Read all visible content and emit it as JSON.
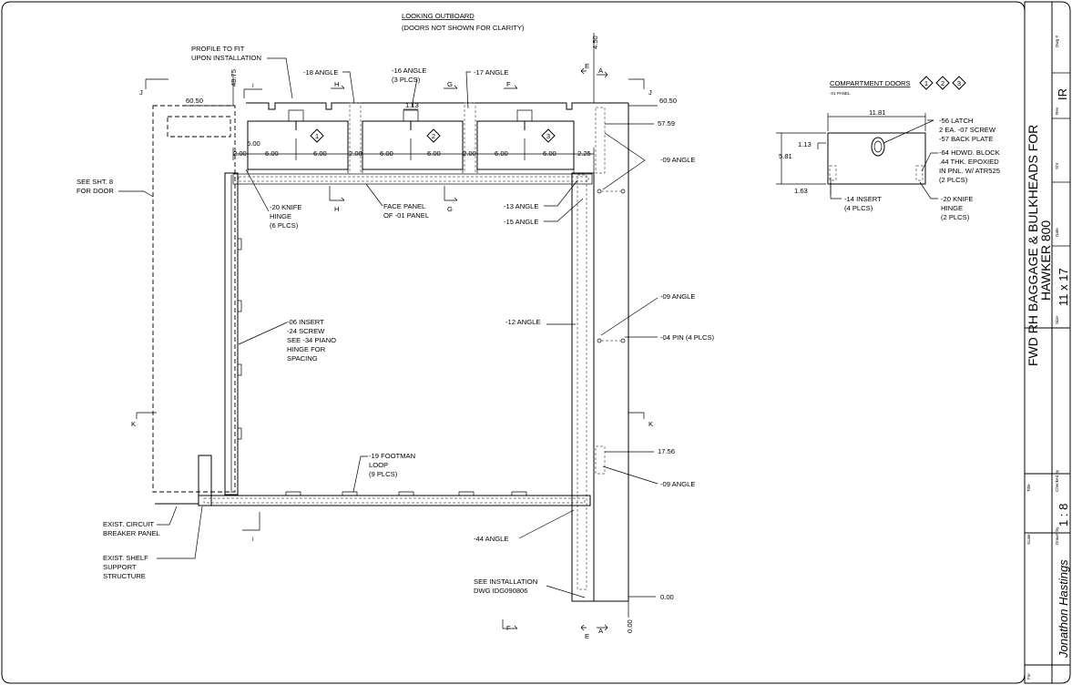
{
  "header": {
    "title": "LOOKING OUTBOARD",
    "subtitle": "(DOORS NOT SHOWN FOR CLARITY)"
  },
  "callouts": {
    "profile_1": "PROFILE TO FIT",
    "profile_2": "UPON INSTALLATION",
    "angle_18": "-18 ANGLE",
    "angle_16_1": "-16 ANGLE",
    "angle_16_2": "(3 PLCS)",
    "angle_17": "-17 ANGLE",
    "see_sht_1": "SEE SHT. 8",
    "see_sht_2": "FOR DOOR",
    "knife_20_1": "-20 KNIFE",
    "knife_20_2": "HINGE",
    "knife_20_3": "(6 PLCS)",
    "face_1": "FACE PANEL",
    "face_2": "OF -01 PANEL",
    "angle_13": "-13 ANGLE",
    "angle_15": "-15 ANGLE",
    "angle_09_a": "-09 ANGLE",
    "angle_09_b": "-09 ANGLE",
    "angle_09_c": "-09 ANGLE",
    "pin_04": "-04 PIN (4 PLCS)",
    "angle_12": "-12 ANGLE",
    "insert_1": "-06 INSERT",
    "insert_2": "-24 SCREW",
    "insert_3": "SEE -34 PIANO",
    "insert_4": "HINGE FOR",
    "insert_5": "SPACING",
    "footman_1": "-19 FOOTMAN",
    "footman_2": "LOOP",
    "footman_3": "(9 PLCS)",
    "breaker_1": "EXIST. CIRCUIT",
    "breaker_2": "BREAKER PANEL",
    "shelf_1": "EXIST. SHELF",
    "shelf_2": "SUPPORT",
    "shelf_3": "STRUCTURE",
    "angle_44": "-44 ANGLE",
    "install_1": "SEE INSTALLATION",
    "install_2": "DWG IDG090806"
  },
  "dimensions": {
    "d60_50_left": "60.50",
    "d60_50_right": "60.50",
    "d48_75": "48.75",
    "d4_50": "4.50",
    "d1_13": "1.13",
    "d57_59": "57.59",
    "d17_56": "17.56",
    "d0_00_h": "0.00",
    "d0_00_v": "0.00",
    "d6_00_v": "6.00",
    "d2_00_a": "2.00",
    "d6_00_a": "6.00",
    "d6_00_b": "6.00",
    "d2_00_b": "2.00",
    "d6_00_c": "6.00",
    "d6_00_d": "6.00",
    "d2_00_c": "2.00",
    "d6_00_e": "6.00",
    "d6_00_f": "6.00",
    "d2_25": "2.25"
  },
  "markers": {
    "door1": "1",
    "door2": "2",
    "door3": "3",
    "sec_e": "E",
    "sec_a": "A",
    "sec_j": "J",
    "sec_i": "I",
    "sec_h": "H",
    "sec_g": "G",
    "sec_f": "F",
    "sec_k": "K"
  },
  "compartment_doors": {
    "title": "COMPARTMENT DOORS",
    "subtitle": "-01 PANEL",
    "d11_81": "11.81",
    "d1_13": "1.13",
    "d5_81": "5.81",
    "d1_63": "1.63",
    "latch_1": "-56 LATCH",
    "latch_2": "2 EA. -07 SCREW",
    "latch_3": "-57 BACK PLATE",
    "block_1": "-64 HDWD. BLOCK",
    "block_2": ".44 THK. EPOXIED",
    "block_3": "IN PNL. W/ ATR525",
    "block_4": "(2 PLCS)",
    "insert_1": "-14 INSERT",
    "insert_2": "(4 PLCS)",
    "knife_1": "-20 KNIFE",
    "knife_2": "HINGE",
    "knife_3": "(2 PLCS)"
  },
  "title_block": {
    "title_line1": "FWD RH BAGGAGE & BULKHEADS FOR",
    "title_line2": "HAWKER 800",
    "size_value": "11 x 17",
    "scale_value": "1 : 8",
    "drawn_by": "Jonathon Hastings",
    "checked_value": "IR",
    "label_dwg": "Dwg #",
    "label_rev": "Rev",
    "label_sht": "Sht",
    "label_date": "Date",
    "label_size": "Size",
    "label_title": "Title",
    "label_checked": "Checked by",
    "label_scale": "Scale",
    "label_drawn": "Drawn by",
    "label_for": "For"
  }
}
